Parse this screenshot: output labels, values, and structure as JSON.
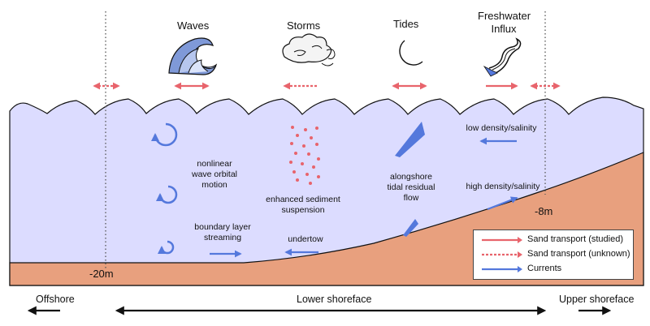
{
  "forcings": {
    "waves": "Waves",
    "storms": "Storms",
    "tides": "Tides",
    "freshwater_line1": "Freshwater",
    "freshwater_line2": "Influx"
  },
  "processes": {
    "orbital_line1": "nonlinear",
    "orbital_line2": "wave orbital",
    "orbital_line3": "motion",
    "suspension_line1": "enhanced sediment",
    "suspension_line2": "suspension",
    "boundary_line1": "boundary layer",
    "boundary_line2": "streaming",
    "undertow": "undertow",
    "tidal_line1": "alongshore",
    "tidal_line2": "tidal residual",
    "tidal_line3": "flow",
    "low_density": "low density/salinity",
    "high_density": "high density/salinity"
  },
  "depths": {
    "offshore_limit": "-20m",
    "upper_limit": "-8m"
  },
  "zones": {
    "offshore": "Offshore",
    "lower": "Lower shoreface",
    "upper": "Upper shoreface"
  },
  "legend": {
    "studied": "Sand transport (studied)",
    "unknown": "Sand transport (unknown)",
    "currents": "Currents"
  },
  "colors": {
    "water": "#dcdcff",
    "sand": "#e8a07e",
    "sand_transport": "#e8646c",
    "currents": "#5478dc"
  }
}
